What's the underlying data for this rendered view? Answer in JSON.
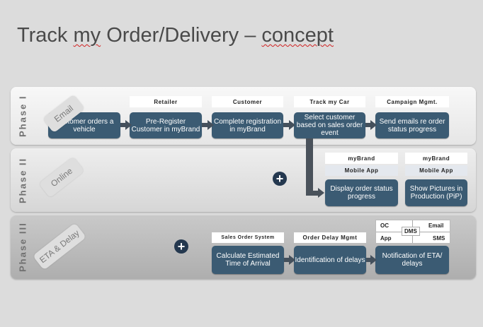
{
  "title": {
    "prefix": "Track ",
    "word_my": "my",
    "middle": " Order/Delivery – ",
    "word_concept": "concept"
  },
  "phases": [
    {
      "label": "Phase I",
      "tag": "Email"
    },
    {
      "label": "Phase II",
      "tag": "Online"
    },
    {
      "label": "Phase III",
      "tag": "ETA & Delay"
    }
  ],
  "phase1": {
    "headers": [
      "Retailer",
      "Customer",
      "Track my Car",
      "Campaign Mgmt."
    ],
    "steps": [
      "Customer orders a vehicle",
      "Pre-Register Customer in myBrand",
      "Complete registration in myBrand",
      "Select customer based on sales order event",
      "Send emails re order status progress"
    ]
  },
  "phase2": {
    "headers": [
      "myBrand",
      "myBrand"
    ],
    "subheaders": [
      "Mobile App",
      "Mobile App"
    ],
    "steps": [
      "Display order status progress",
      "Show Pictures in Production (PiP)"
    ],
    "plus": "+"
  },
  "phase3": {
    "headers": [
      "Sales Order System",
      "Order Delay Mgmt"
    ],
    "dms": {
      "center": "DMS",
      "tl": "OC",
      "tr": "Email",
      "bl": "App",
      "br": "SMS"
    },
    "steps": [
      "Calculate Estimated Time of Arrival",
      "Identification of delays",
      "Notification of ETA/ delays"
    ],
    "plus": "+"
  },
  "colors": {
    "box": "#3b5b73",
    "arrow": "#44505c",
    "plus": "#24384f"
  }
}
